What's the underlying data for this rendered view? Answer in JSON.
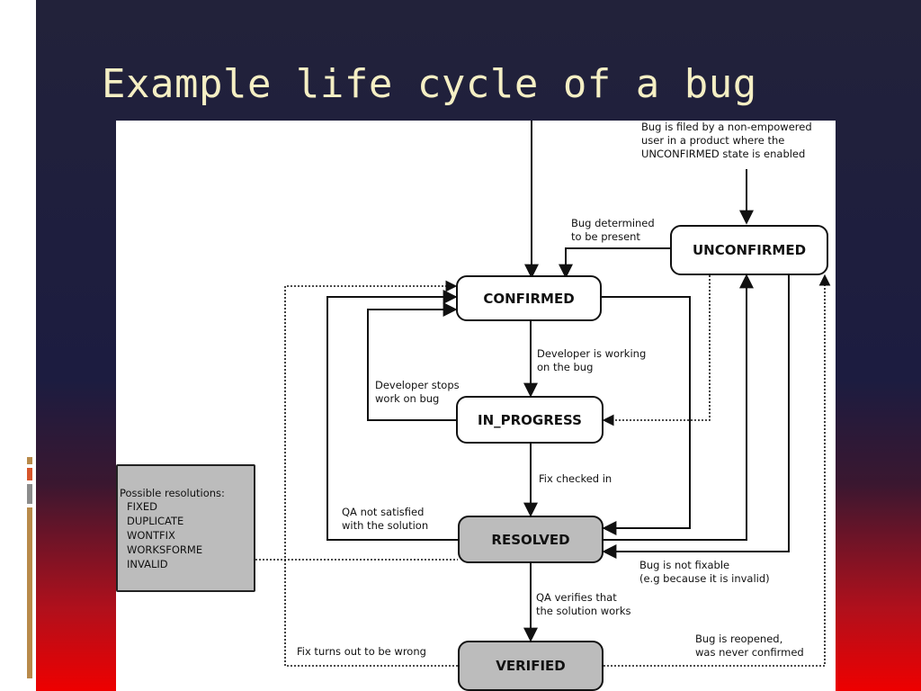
{
  "slide": {
    "title": "Example life cycle of a bug"
  },
  "states": {
    "unconfirmed": "UNCONFIRMED",
    "confirmed": "CONFIRMED",
    "in_progress": "IN_PROGRESS",
    "resolved": "RESOLVED",
    "verified": "VERIFIED"
  },
  "notes": {
    "filed": "Bug is filed by a non-empowered\nuser in a product where the\nUNCONFIRMED state is enabled",
    "determined": "Bug determined\nto be present",
    "developer_working": "Developer is working\non the bug",
    "developer_stops": "Developer stops\nwork on bug",
    "fix_checked_in": "Fix checked in",
    "qa_not_satisfied": "QA not satisfied\nwith the solution",
    "not_fixable": "Bug is not fixable\n(e.g because it is invalid)",
    "qa_verifies": "QA verifies that\nthe solution works",
    "fix_wrong": "Fix turns out to be wrong",
    "reopened": "Bug is reopened,\nwas never confirmed"
  },
  "resolutions": {
    "heading": "Possible resolutions:",
    "items": [
      "FIXED",
      "DUPLICATE",
      "WONTFIX",
      "WORKSFORME",
      "INVALID"
    ]
  },
  "colors": {
    "title_text": "#f5efc4",
    "slide_top": "#22223a",
    "slide_bottom": "#ee0000",
    "resolved_fill": "#bcbcbc"
  }
}
